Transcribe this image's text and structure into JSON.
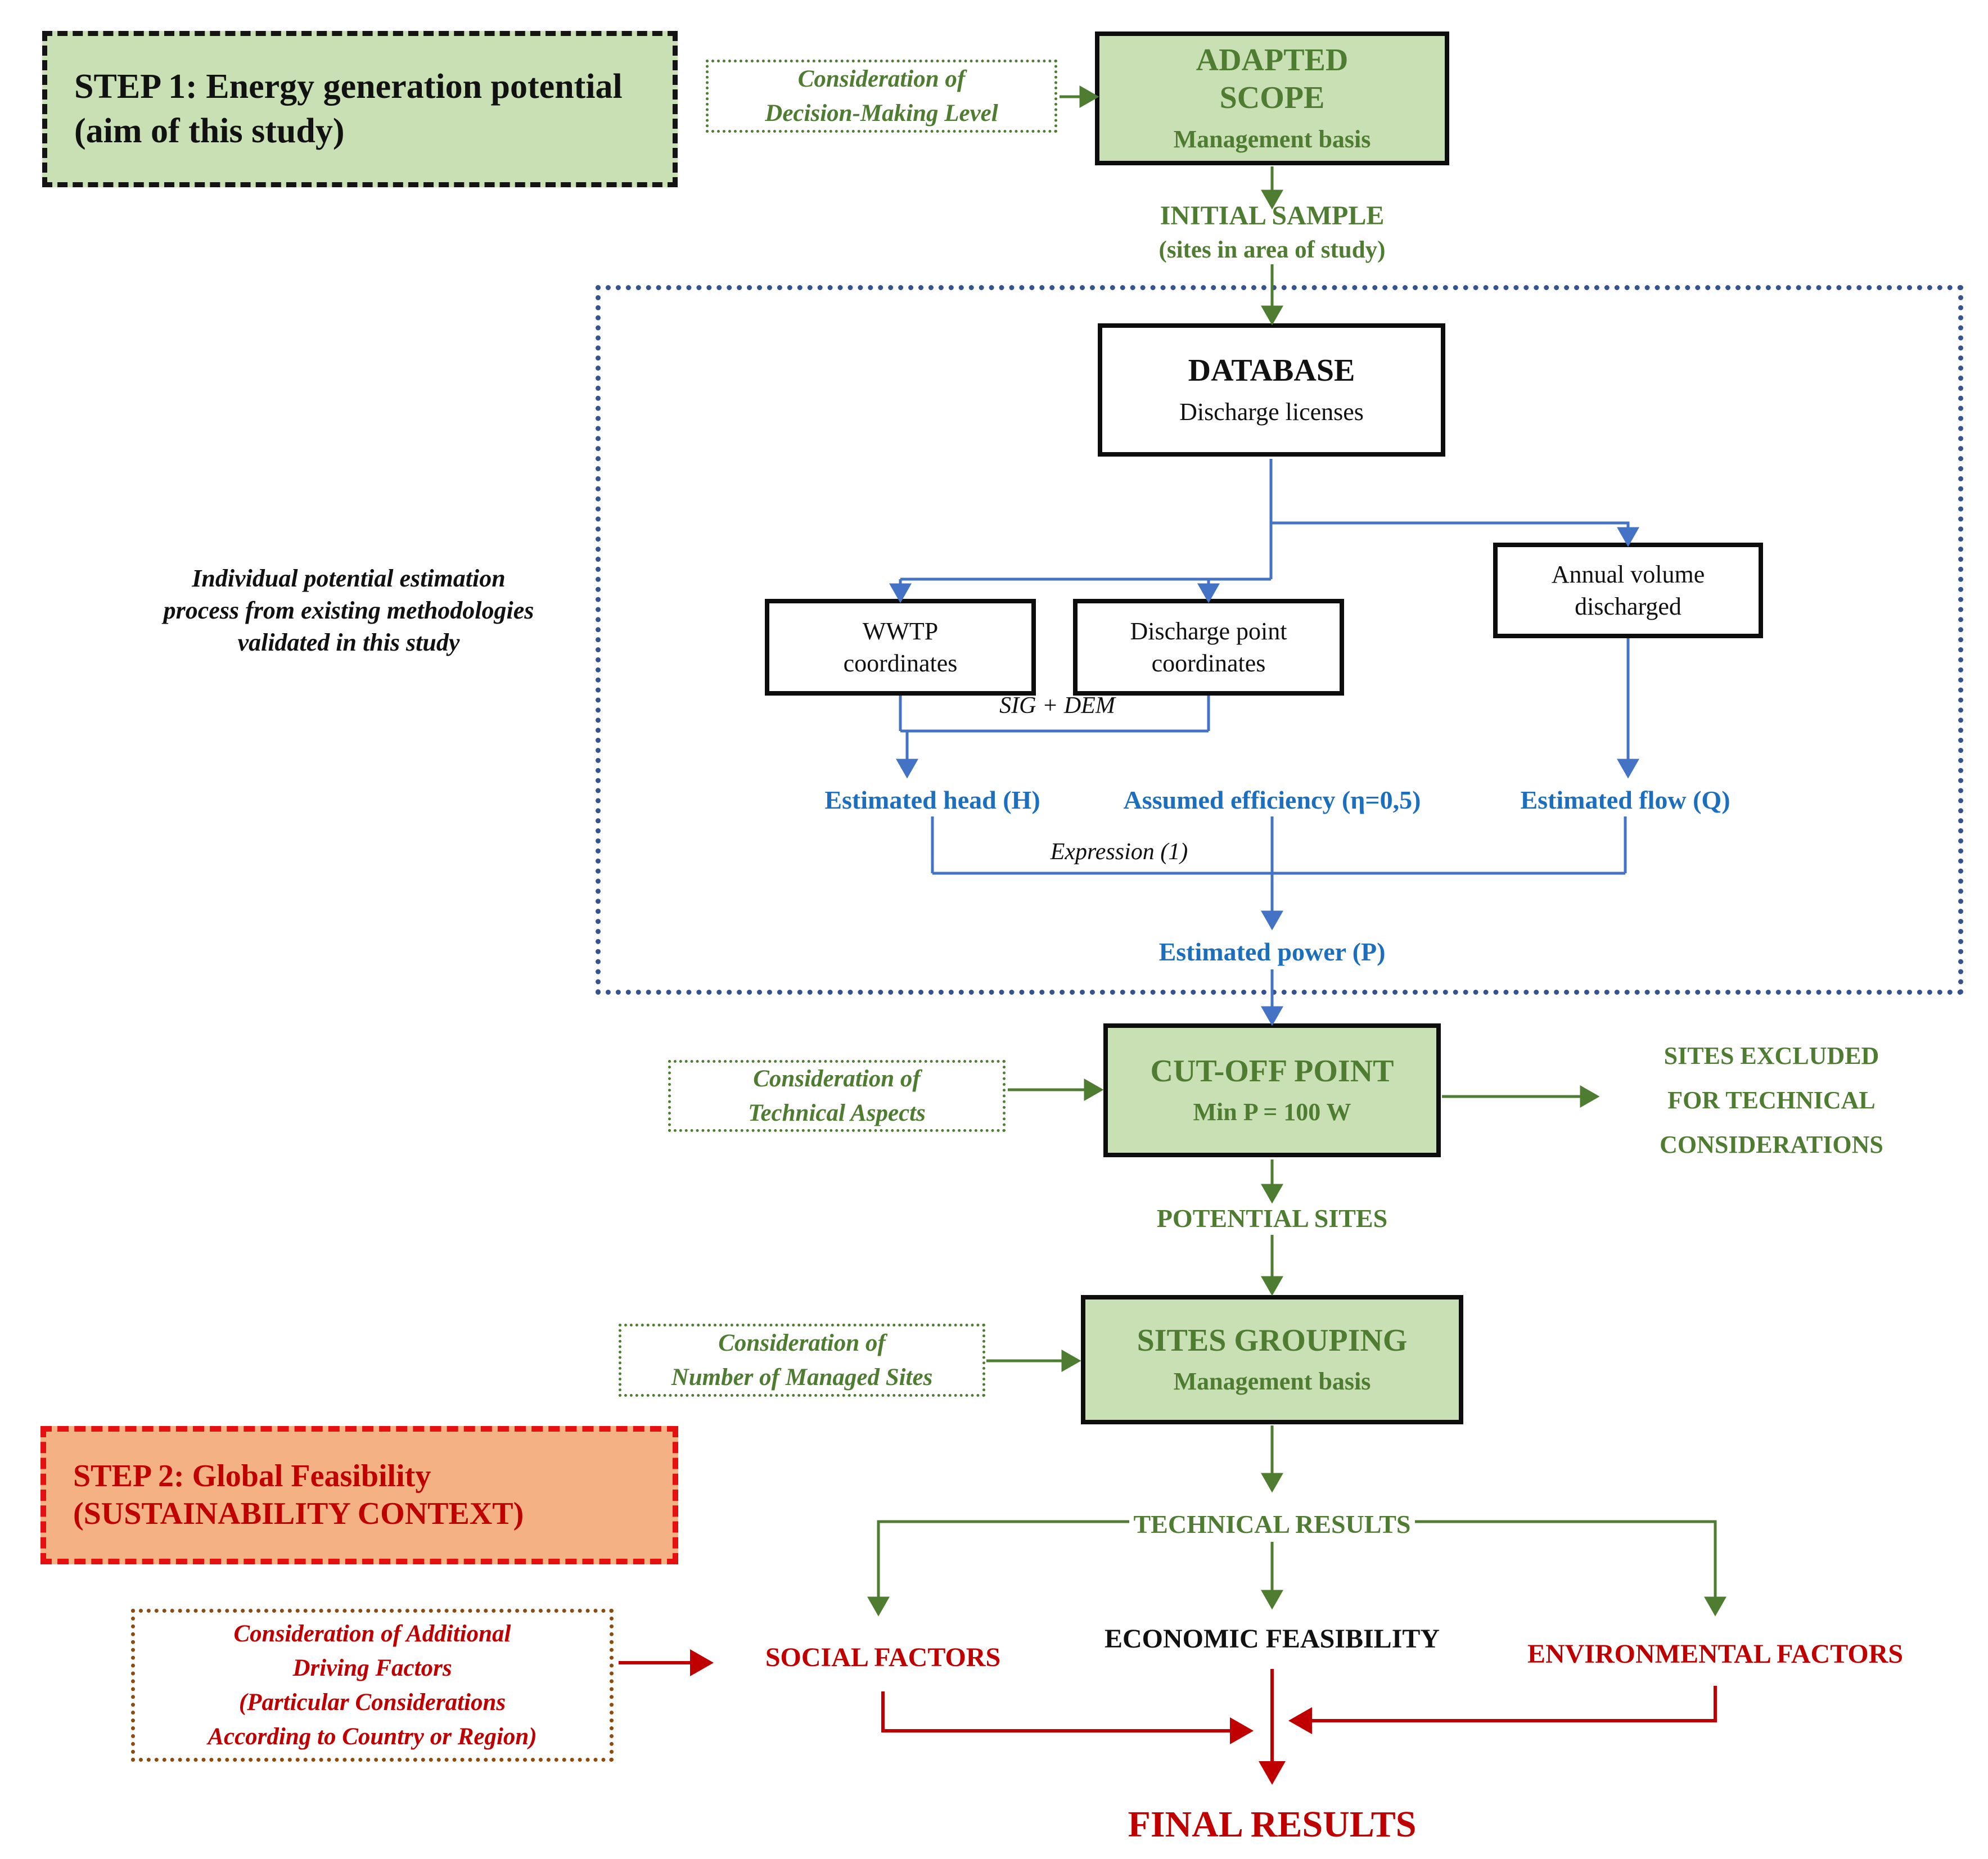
{
  "colors": {
    "green_fill": "#c9e0b4",
    "green_text": "#4e7c31",
    "blue_text": "#1c6fbf",
    "blue_line": "#4472c4",
    "blue_border": "#35548f",
    "red": "#c00000",
    "red_border": "#e51010",
    "orange_fill": "#f4b183",
    "brown_border": "#8f4a0e",
    "black": "#111111"
  },
  "step1": {
    "line1": "STEP 1: Energy generation potential",
    "line2": "(aim of this study)"
  },
  "consideration_decision": {
    "line1": "Consideration of",
    "line2": "Decision-Making Level"
  },
  "adapted_scope": {
    "title": "ADAPTED SCOPE",
    "subtitle": "Management basis"
  },
  "initial_sample": {
    "line1": "INITIAL SAMPLE",
    "line2": "(sites in area of study)"
  },
  "side_note": {
    "line1": "Individual potential estimation",
    "line2": "process from existing methodologies",
    "line3": "validated in this study"
  },
  "database": {
    "title": "DATABASE",
    "subtitle": "Discharge licenses"
  },
  "wwtp": {
    "label": "WWTP coordinates"
  },
  "discharge_point": {
    "label": "Discharge point coordinates"
  },
  "annual_volume": {
    "label": "Annual volume discharged"
  },
  "sig_dem": "SIG + DEM",
  "estimated_head": "Estimated head (H)",
  "assumed_efficiency": "Assumed efficiency (η=0,5)",
  "estimated_flow": "Estimated flow (Q)",
  "expression": "Expression (1)",
  "estimated_power": "Estimated power (P)",
  "consideration_technical": {
    "line1": "Consideration of",
    "line2": "Technical Aspects"
  },
  "cutoff": {
    "title": "CUT-OFF POINT",
    "subtitle": "Min P = 100 W"
  },
  "sites_excluded": {
    "line1": "SITES EXCLUDED",
    "line2": "FOR TECHNICAL",
    "line3": "CONSIDERATIONS"
  },
  "potential_sites": "POTENTIAL SITES",
  "consideration_managed": {
    "line1": "Consideration of",
    "line2": "Number of Managed Sites"
  },
  "sites_grouping": {
    "title": "SITES GROUPING",
    "subtitle": "Management basis"
  },
  "step2": {
    "line1": "STEP 2: Global Feasibility",
    "line2": "(SUSTAINABILITY CONTEXT)"
  },
  "technical_results": "TECHNICAL RESULTS",
  "consideration_driving": {
    "line1": "Consideration of Additional",
    "line2": "Driving Factors",
    "line3": "(Particular Considerations",
    "line4": "According to Country or Region)"
  },
  "social_factors": "SOCIAL FACTORS",
  "economic_feasibility": "ECONOMIC FEASIBILITY",
  "environmental_factors": "ENVIRONMENTAL FACTORS",
  "final_results": "FINAL RESULTS"
}
